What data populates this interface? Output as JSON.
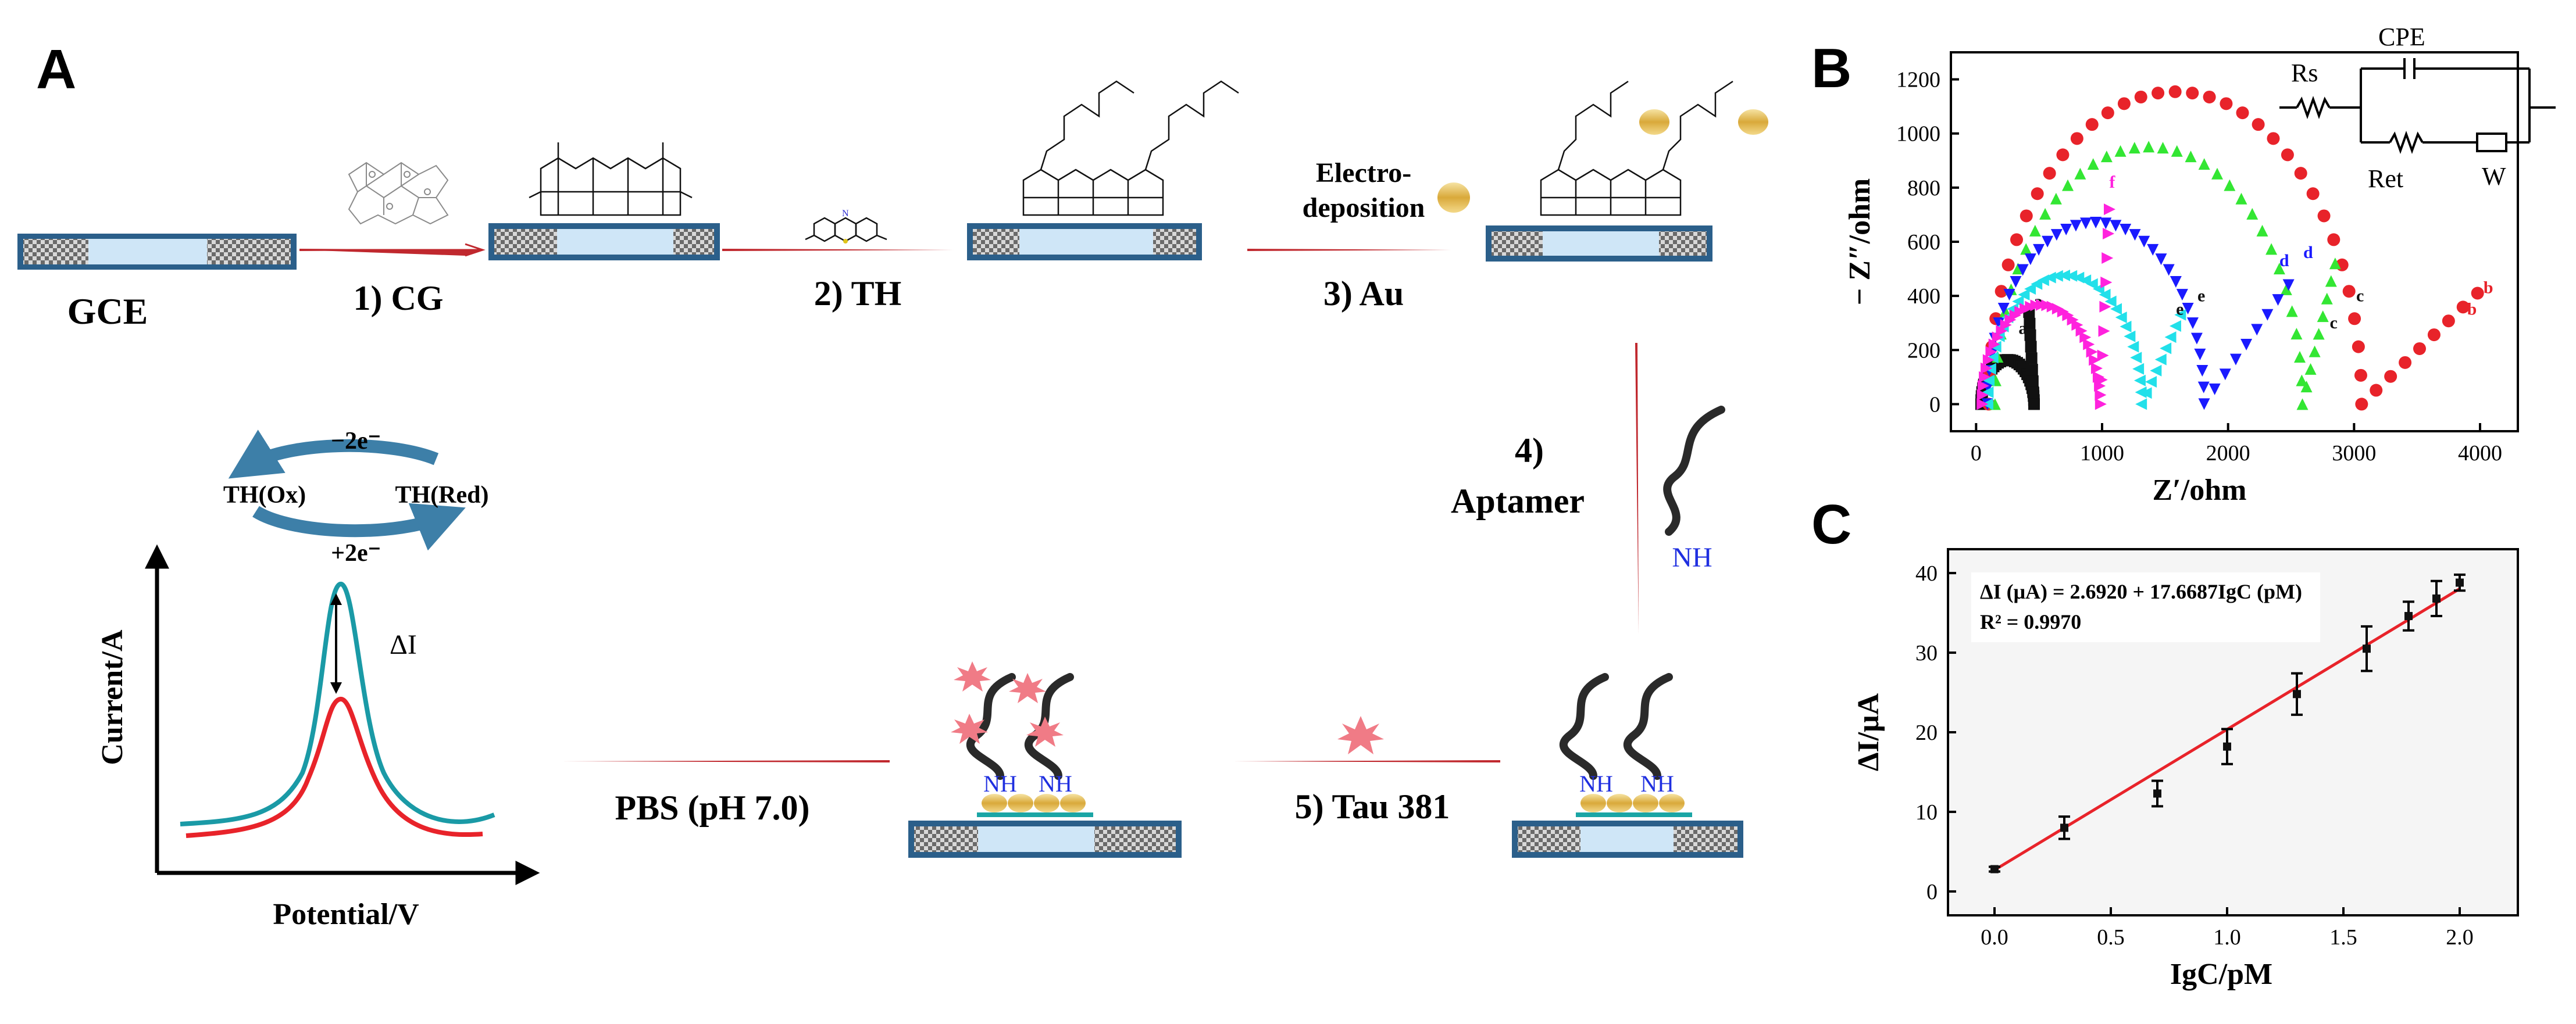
{
  "panels": {
    "a": "A",
    "b": "B",
    "c": "C"
  },
  "steps": {
    "gce": "GCE",
    "s1": "1) CG",
    "s2": "2) TH",
    "s3": "3) Au",
    "electro_1": "Electro-",
    "electro_2": "deposition",
    "s4_1": "4)",
    "s4_2": "Aptamer",
    "s5": "5) Tau 381",
    "pbs": "PBS (pH 7.0)",
    "nh": "NH"
  },
  "redox": {
    "ox": "TH(Ox)",
    "red": "TH(Red)",
    "minus": "−2e⁻",
    "plus": "+2e⁻"
  },
  "voltammogram": {
    "xlabel": "Potential/V",
    "ylabel": "Current/A",
    "delta": "ΔI"
  },
  "colors": {
    "electrode_blue": "#2b5f8a",
    "electrode_light": "#cfe6f7",
    "arrow_red": "#c0282e",
    "teal": "#1a9aa6",
    "red_curve": "#e8232a",
    "cycle_arrow": "#3d7fa8",
    "au": "#e6c36a",
    "tau": "#f07b86"
  },
  "chart_data": [
    {
      "type": "scatter",
      "panel": "B",
      "xlabel": "Z′/ohm",
      "ylabel": "− Z″/ohm",
      "xlim": [
        -200,
        4300
      ],
      "ylim": [
        -100,
        1300
      ],
      "xticks": [
        0,
        1000,
        2000,
        3000,
        4000
      ],
      "yticks": [
        0,
        200,
        400,
        600,
        800,
        1000,
        1200
      ],
      "circuit": {
        "rs": "Rs",
        "cpe": "CPE",
        "ret": "Ret",
        "w": "W"
      },
      "series": [
        {
          "name": "a",
          "color": "#111111",
          "marker": "square",
          "center": 250,
          "radius": 210,
          "tail_to": [
            420,
            340
          ],
          "label_points": [
            [
              420,
              360
            ],
            [
              300,
              260
            ]
          ]
        },
        {
          "name": "b",
          "color": "#e8232a",
          "marker": "circle",
          "center": 1580,
          "radius": 1480,
          "tail_to": [
            3980,
            410
          ],
          "label_points": [
            [
              3990,
              410
            ],
            [
              3860,
              330
            ]
          ]
        },
        {
          "name": "c",
          "color": "#33e633",
          "marker": "triangle-up",
          "center": 1370,
          "radius": 1220,
          "tail_to": [
            2850,
            520
          ],
          "label_points": [
            [
              2980,
              380
            ],
            [
              2770,
              280
            ]
          ]
        },
        {
          "name": "d",
          "color": "#1a1aff",
          "marker": "triangle-down",
          "center": 950,
          "radius": 860,
          "tail_to": [
            2480,
            440
          ],
          "label_points": [
            [
              2370,
              510
            ],
            [
              2560,
              540
            ]
          ]
        },
        {
          "name": "e",
          "color": "#22e0ea",
          "marker": "triangle-left",
          "center": 700,
          "radius": 610,
          "tail_to": [
            1620,
            330
          ],
          "label_points": [
            [
              1720,
              380
            ],
            [
              1550,
              330
            ]
          ]
        },
        {
          "name": "f",
          "color": "#ff22dd",
          "marker": "triangle-right",
          "center": 520,
          "radius": 470,
          "tail_to": [
            1060,
            720
          ],
          "label_points": [
            [
              1020,
              800
            ]
          ]
        }
      ]
    },
    {
      "type": "scatter",
      "panel": "C",
      "xlabel": "IgC/pM",
      "ylabel": "ΔI/μA",
      "xlim": [
        -0.2,
        2.25
      ],
      "ylim": [
        -3,
        43
      ],
      "xticks": [
        "0.0",
        "0.5",
        "1.0",
        "1.5",
        "2.0"
      ],
      "yticks": [
        0,
        10,
        20,
        30,
        40
      ],
      "equation": "ΔI (μA) = 2.6920 + 17.6687IgC (pM)",
      "r2": "R² = 0.9970",
      "fit": {
        "intercept": 2.692,
        "slope": 17.6687,
        "color": "#e8232a"
      },
      "points": [
        {
          "x": 0.0,
          "y": 2.8,
          "err": 0.3
        },
        {
          "x": 0.3,
          "y": 8.0,
          "err": 1.4
        },
        {
          "x": 0.7,
          "y": 12.3,
          "err": 1.6
        },
        {
          "x": 1.0,
          "y": 18.2,
          "err": 2.2
        },
        {
          "x": 1.3,
          "y": 24.8,
          "err": 2.6
        },
        {
          "x": 1.6,
          "y": 30.5,
          "err": 2.8
        },
        {
          "x": 1.78,
          "y": 34.6,
          "err": 1.8
        },
        {
          "x": 1.9,
          "y": 36.8,
          "err": 2.2
        },
        {
          "x": 2.0,
          "y": 38.8,
          "err": 1.0
        }
      ]
    }
  ]
}
